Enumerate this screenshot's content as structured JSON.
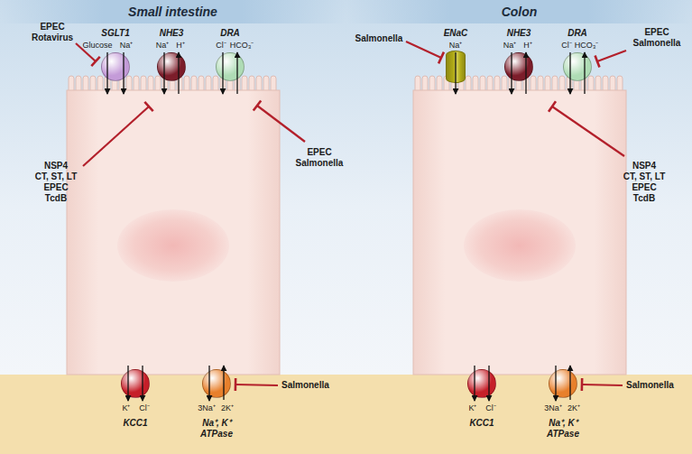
{
  "diagram": {
    "nodes": [
      {
        "text": [
          "Small intestine"
        ]
      },
      {
        "text": [
          "Colon"
        ]
      },
      {
        "text": [
          "SGLT1"
        ]
      },
      {
        "text": [
          "NHE3"
        ]
      },
      {
        "text": [
          "DRA"
        ]
      },
      {
        "text": [
          "ENaC"
        ]
      },
      {
        "text": [
          "NHE3"
        ]
      },
      {
        "text": [
          "DRA"
        ]
      },
      {
        "text": [
          "KCC1"
        ]
      },
      {
        "text": [
          "Na⁺, K⁺ ATPase"
        ]
      },
      {
        "text": [
          "KCC1"
        ]
      },
      {
        "text": [
          "Na⁺, K⁺ ATPase"
        ]
      }
    ],
    "labels": [
      "Glucose",
      "Na⁺",
      "Na⁺",
      "H⁺",
      "Cl⁻",
      "HCO₃⁻",
      "K⁺",
      "Cl⁻",
      "3Na⁺",
      "2K⁺",
      "EPEC",
      "Rotavirus",
      "NSP4",
      "CT, ST, LT",
      "EPEC",
      "TcdB",
      "EPEC",
      "Salmonella",
      "Salmonella",
      "Na⁺",
      "Na⁺",
      "H⁺",
      "Cl⁻",
      "HCO₃⁻",
      "K⁺",
      "Cl⁻",
      "3Na⁺",
      "2K⁺",
      "Salmonella",
      "EPEC",
      "Salmonella",
      "NSP4",
      "CT, ST, LT",
      "EPEC",
      "TcdB",
      "Salmonella"
    ]
  }
}
